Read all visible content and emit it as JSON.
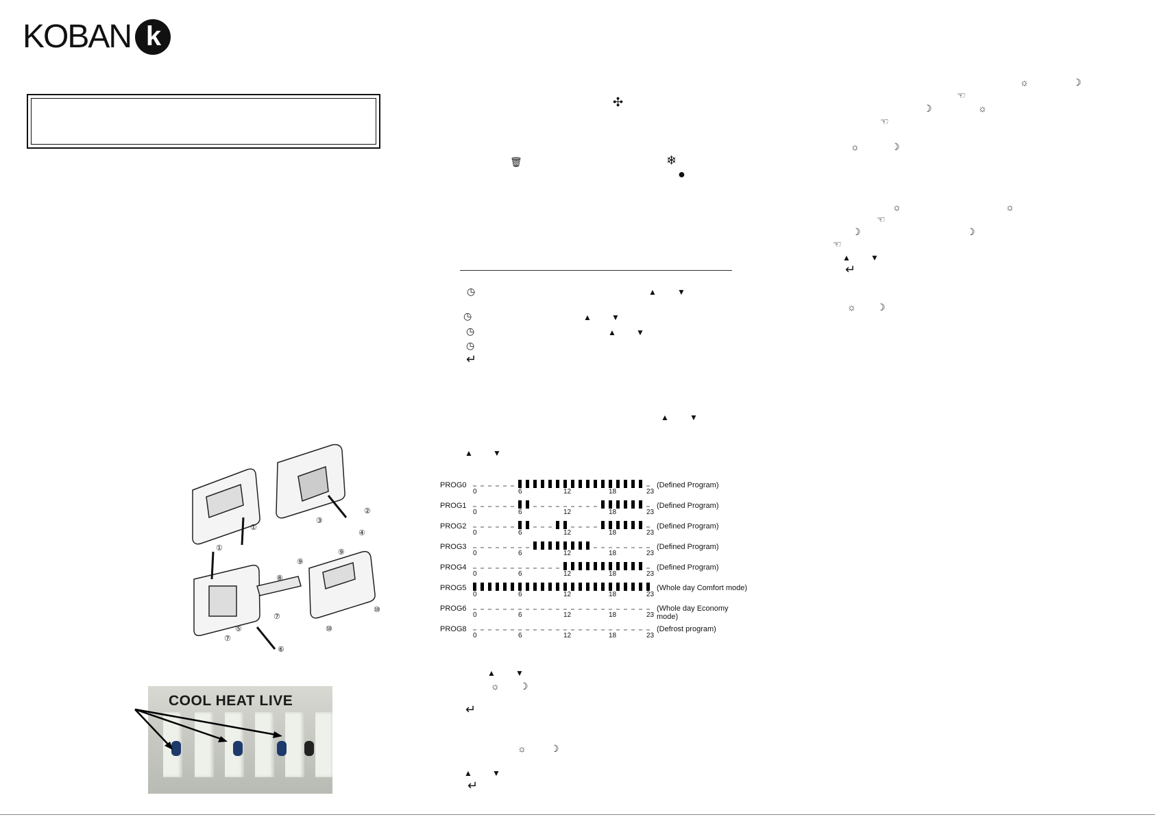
{
  "brand": {
    "logo_text": "KOBAN",
    "logo_letter": "k"
  },
  "icons": {
    "up": "▲",
    "down": "▼",
    "enter": "↵",
    "clock": "◷",
    "sun": "☼",
    "moon": "☽",
    "hand": "☜",
    "fan": "✣",
    "snowflake": "❄",
    "dot": "●",
    "bin": "🗑"
  },
  "programs": [
    {
      "name": "PROG0",
      "note": "(Defined Program)",
      "on_hours": [
        6,
        7,
        8,
        9,
        10,
        11,
        12,
        13,
        14,
        15,
        16,
        17,
        18,
        19,
        20,
        21,
        22
      ]
    },
    {
      "name": "PROG1",
      "note": "(Defined Program)",
      "on_hours": [
        6,
        7,
        17,
        18,
        19,
        20,
        21,
        22
      ]
    },
    {
      "name": "PROG2",
      "note": "(Defined Program)",
      "on_hours": [
        6,
        7,
        11,
        12,
        17,
        18,
        19,
        20,
        21,
        22
      ]
    },
    {
      "name": "PROG3",
      "note": "(Defined Program)",
      "on_hours": [
        8,
        9,
        10,
        11,
        12,
        13,
        14,
        15
      ]
    },
    {
      "name": "PROG4",
      "note": "(Defined Program)",
      "on_hours": [
        12,
        13,
        14,
        15,
        16,
        17,
        18,
        19,
        20,
        21,
        22
      ]
    },
    {
      "name": "PROG5",
      "note": "(Whole day Comfort mode)",
      "on_hours": [
        0,
        1,
        2,
        3,
        4,
        5,
        6,
        7,
        8,
        9,
        10,
        11,
        12,
        13,
        14,
        15,
        16,
        17,
        18,
        19,
        20,
        21,
        22,
        23
      ]
    },
    {
      "name": "PROG6",
      "note": "(Whole day Economy mode)",
      "on_hours": []
    },
    {
      "name": "PROG8",
      "note": "(Defrost program)",
      "on_hours": []
    }
  ],
  "ticks": [
    "0",
    "6",
    "12",
    "18",
    "23"
  ],
  "figure_labels": [
    "①",
    "①",
    "②",
    "③",
    "④",
    "⑤",
    "⑥",
    "⑦",
    "⑦",
    "⑧",
    "⑨",
    "⑨",
    "⑩",
    "⑩"
  ],
  "photo": {
    "label": "COOL HEAT  LIVE"
  }
}
